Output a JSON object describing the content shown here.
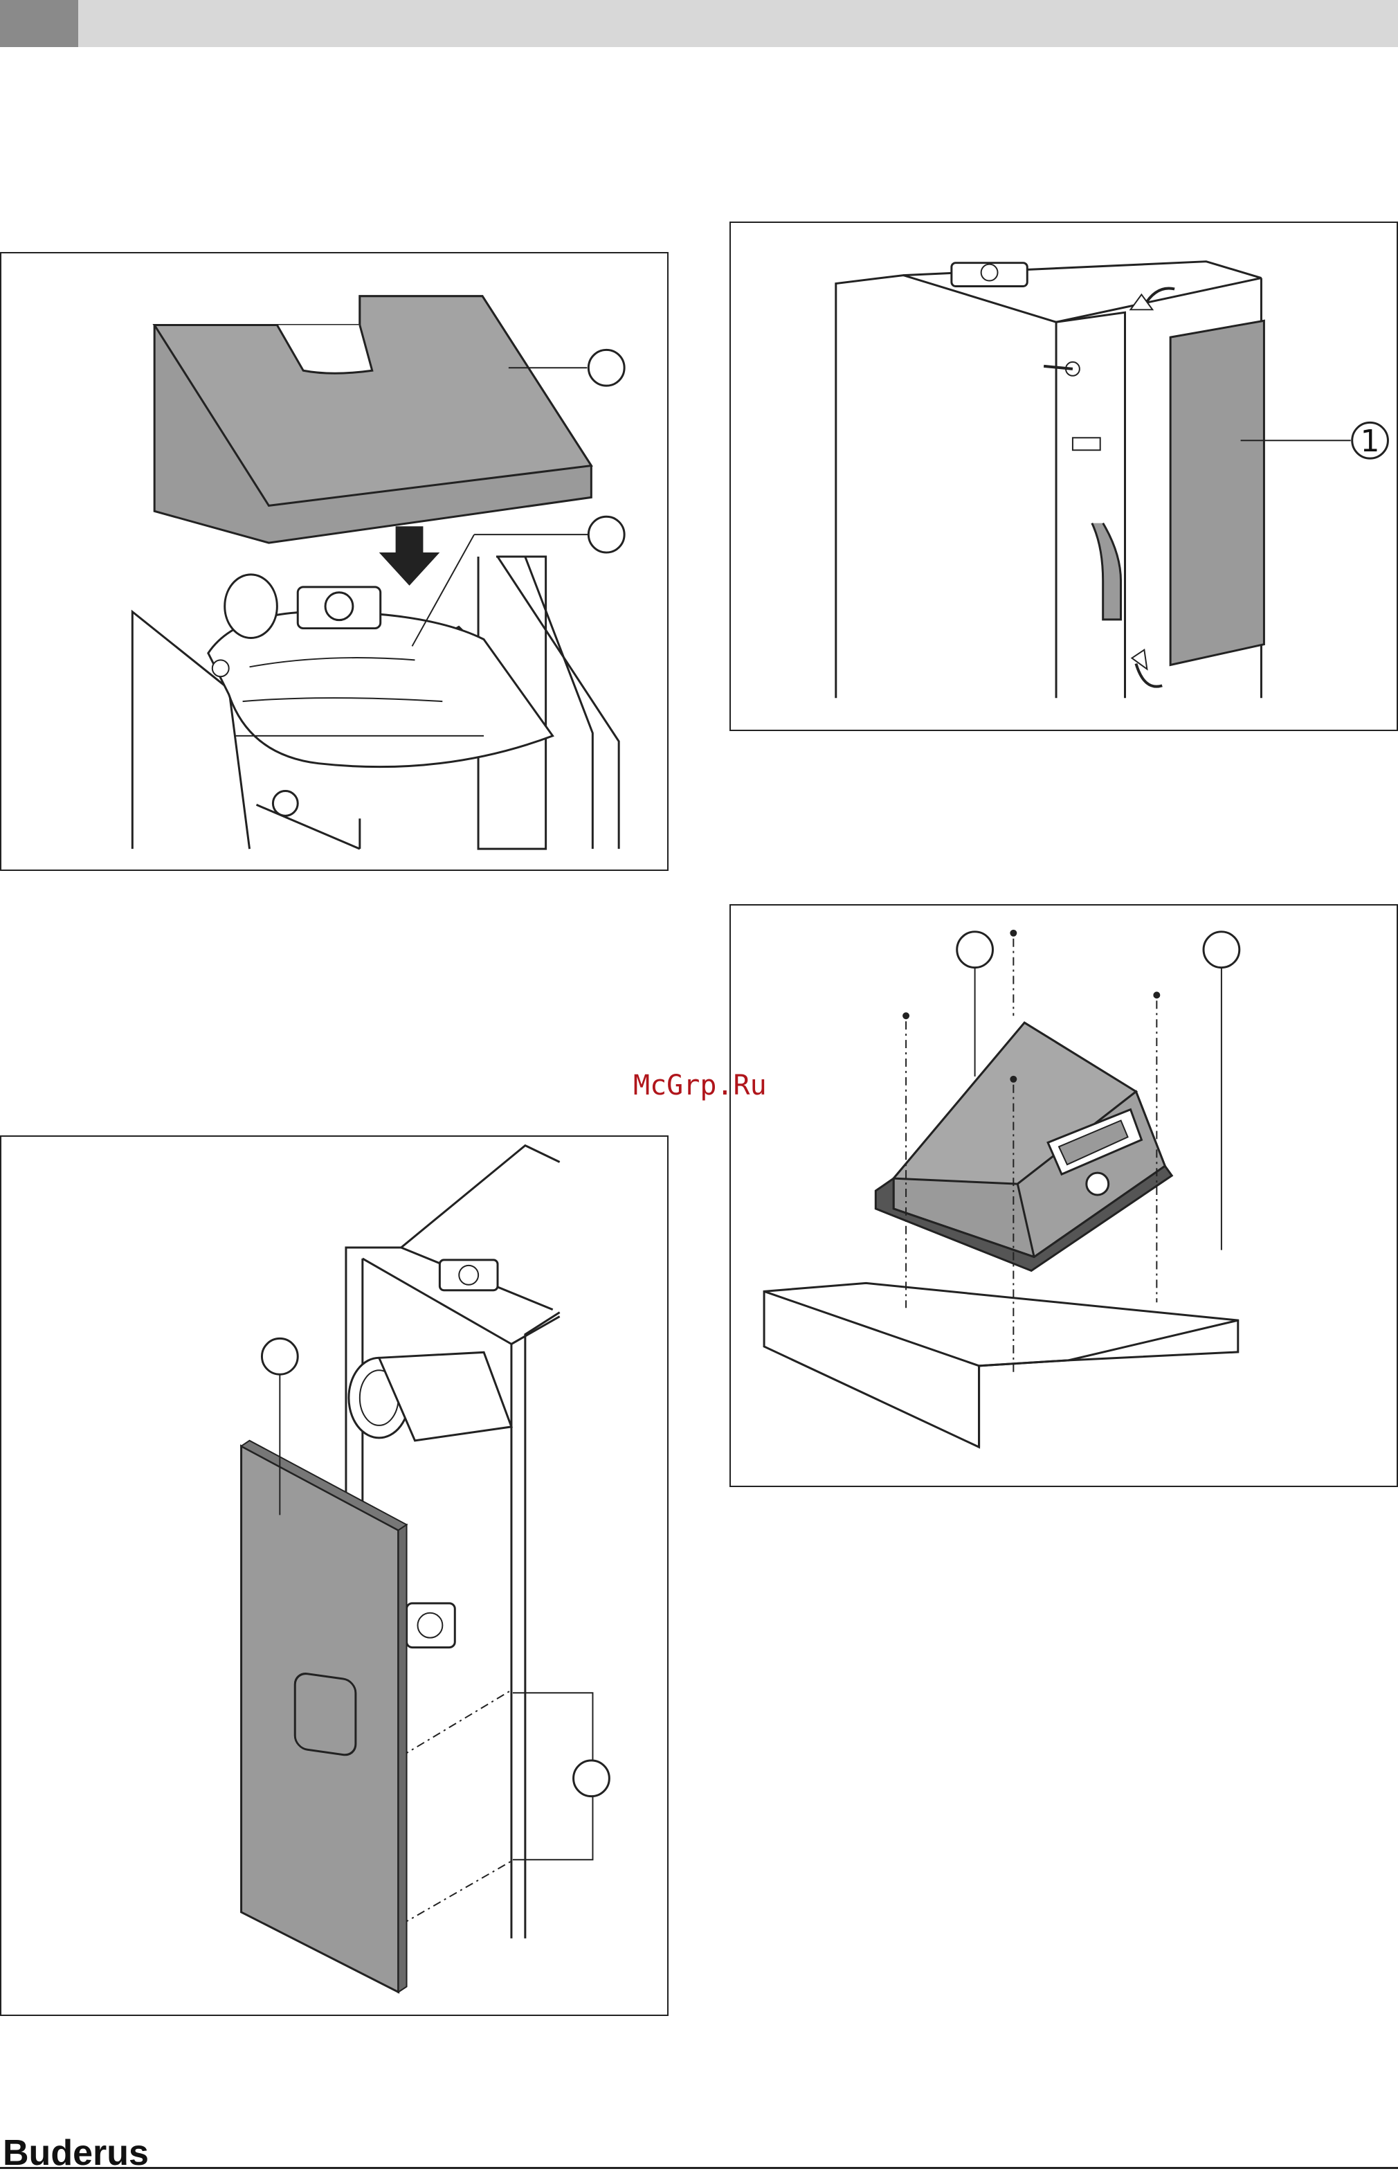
{
  "header": {
    "accent_color": "#8a8a8a",
    "bar_color": "#d8d8d8"
  },
  "figures": {
    "fig_top_left": {
      "callouts": [
        "",
        ""
      ]
    },
    "fig_top_right": {
      "callouts": [
        "1"
      ]
    },
    "fig_bottom_right": {
      "callouts": [
        "",
        ""
      ]
    },
    "fig_bottom_left": {
      "callouts": [
        "",
        ""
      ]
    }
  },
  "watermark": {
    "text": "McGrp.Ru",
    "color": "#b0151b"
  },
  "footer": {
    "brand": "Buderus"
  },
  "colors": {
    "panel_fill": "#9a9a9a",
    "line": "#222222"
  }
}
